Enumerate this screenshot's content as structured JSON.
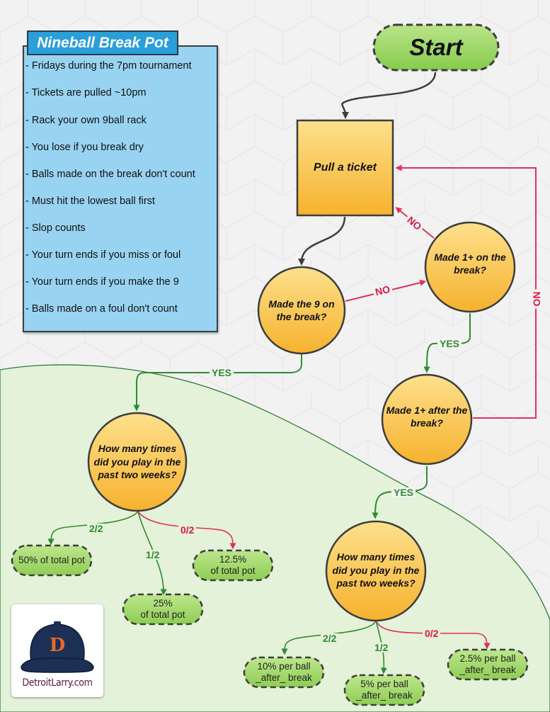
{
  "info_box": {
    "title": "Nineball Break Pot",
    "items": [
      "- Fridays during the 7pm tournament",
      "- Tickets are pulled ~10pm",
      "- Rack your own 9ball rack",
      "- You lose if you break dry",
      "- Balls made on the break don't count",
      "- Must hit the lowest ball first",
      "- Slop counts",
      "- Your turn ends if you miss or foul",
      "- Your turn ends if you make the 9",
      "- Balls made on a foul don't count"
    ]
  },
  "flowchart": {
    "start": "Start",
    "pull_ticket": "Pull a ticket",
    "made_nine": "Made the 9 on the break?",
    "made_one_on_break": "Made 1+ on the break?",
    "made_one_after_break": "Made 1+ after the break?",
    "plays_left": "How many times did you play in the past two weeks?",
    "plays_right": "How many times did you play in the past two weeks?",
    "outcomes_left": {
      "full": "50% of total pot",
      "half_line1": "25%",
      "half_line2": "of total pot",
      "none_line1": "12.5%",
      "none_line2": "of total pot"
    },
    "outcomes_right": {
      "full_line1": "10% per ball",
      "full_line2": "_after_ break",
      "half_line1": "5% per ball",
      "half_line2": "_after_ break",
      "none_line1": "2.5% per ball",
      "none_line2": "_after_ break"
    },
    "edge_labels": {
      "yes": "YES",
      "no": "NO",
      "two_of_two": "2/2",
      "one_of_two": "1/2",
      "zero_of_two": "0/2"
    }
  },
  "logo": {
    "text": "DetroitLarry.com",
    "emblem": "D"
  },
  "colors": {
    "background": "#f2f2f3",
    "info_fill": "#99d3f2",
    "info_title": "#2a9fd9",
    "green_zone": "#e4f2d9",
    "node_fill_top": "#fde08c",
    "node_fill_bottom": "#f6b22e",
    "terminal_fill": "#a6d86e",
    "yes_color": "#2e8b2e",
    "no_color": "#d9173f",
    "arrow_dark": "#3d3d3d"
  }
}
